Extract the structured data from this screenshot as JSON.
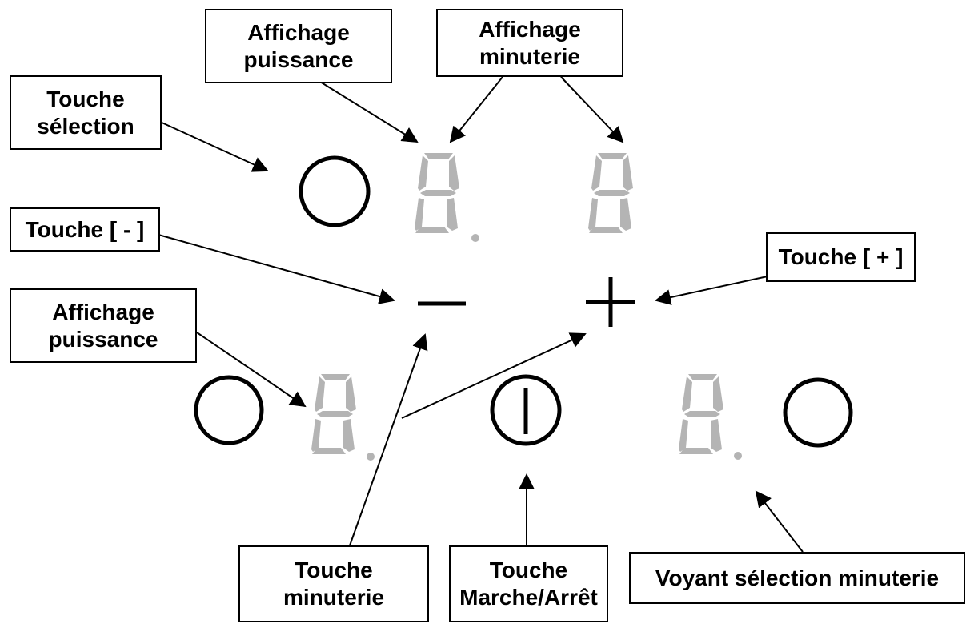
{
  "labels": {
    "touche_selection": "Touche\nsélection",
    "affichage_puissance_top": "Affichage\npuissance",
    "affichage_minuterie": "Affichage\nminuterie",
    "touche_moins": "Touche [ - ]",
    "touche_plus": "Touche [ + ]",
    "affichage_puissance_left": "Affichage\npuissance",
    "touche_minuterie": "Touche\nminuterie",
    "touche_marche_arret": "Touche\nMarche/Arrêt",
    "voyant_selection_minuterie": "Voyant sélection minuterie"
  },
  "controls": [
    {
      "id": "selection-key-top",
      "kind": "circle-key",
      "icon": "ring-icon"
    },
    {
      "id": "selection-key-left",
      "kind": "circle-key",
      "icon": "ring-icon"
    },
    {
      "id": "selection-key-right",
      "kind": "circle-key",
      "icon": "ring-icon"
    },
    {
      "id": "minus-key",
      "kind": "key",
      "icon": "minus-icon"
    },
    {
      "id": "plus-key",
      "kind": "key",
      "icon": "plus-icon"
    },
    {
      "id": "power-key",
      "kind": "key",
      "icon": "power-icon"
    }
  ],
  "displays": [
    {
      "id": "power-display-top",
      "digit": "8",
      "decimal_point": true
    },
    {
      "id": "timer-display",
      "digit": "8",
      "decimal_point": false
    },
    {
      "id": "power-display-left",
      "digit": "8",
      "decimal_point": true
    },
    {
      "id": "power-display-right",
      "digit": "8",
      "decimal_point": true
    }
  ],
  "colors": {
    "ink": "#000000",
    "segment": "#b4b4b4",
    "background": "#ffffff"
  }
}
